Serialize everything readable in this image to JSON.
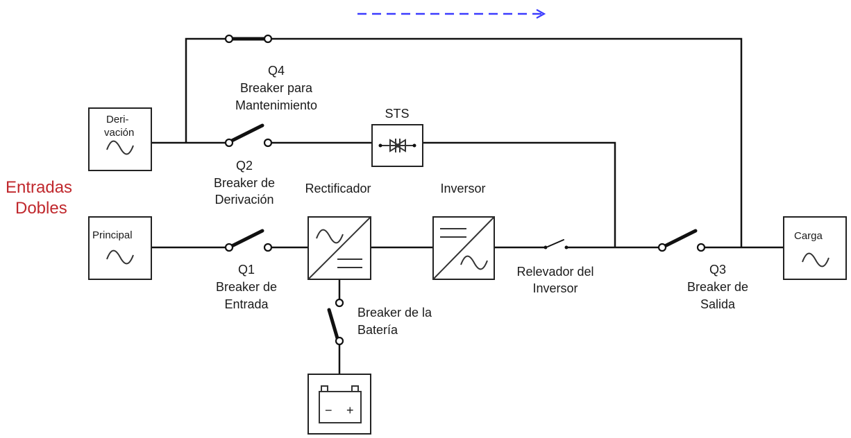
{
  "colors": {
    "wire": "#111111",
    "accent_red": "#c0282d",
    "flow_arrow": "#3b3bff"
  },
  "labels": {
    "title_line1": "Entradas",
    "title_line2": "Dobles",
    "bypass_source_line1": "Deri-",
    "bypass_source_line2": "vación",
    "main_source": "Principal",
    "load": "Carga",
    "q4_id": "Q4",
    "q4_line1": "Breaker para",
    "q4_line2": "Mantenimiento",
    "sts": "STS",
    "q2_id": "Q2",
    "q2_line1": "Breaker de",
    "q2_line2": "Derivación",
    "rectifier": "Rectificador",
    "inverter": "Inversor",
    "q1_id": "Q1",
    "q1_line1": "Breaker de",
    "q1_line2": "Entrada",
    "inverter_relay_line1": "Relevador del",
    "inverter_relay_line2": "Inversor",
    "q3_id": "Q3",
    "q3_line1": "Breaker de",
    "q3_line2": "Salida",
    "battery_breaker_line1": "Breaker de la",
    "battery_breaker_line2": "Batería",
    "battery_minus": "−",
    "battery_plus": "+"
  },
  "icons": [
    "ac-sine-icon",
    "rectifier-icon",
    "inverter-icon",
    "sts-thyristor-icon",
    "battery-icon",
    "flow-arrow-icon"
  ]
}
